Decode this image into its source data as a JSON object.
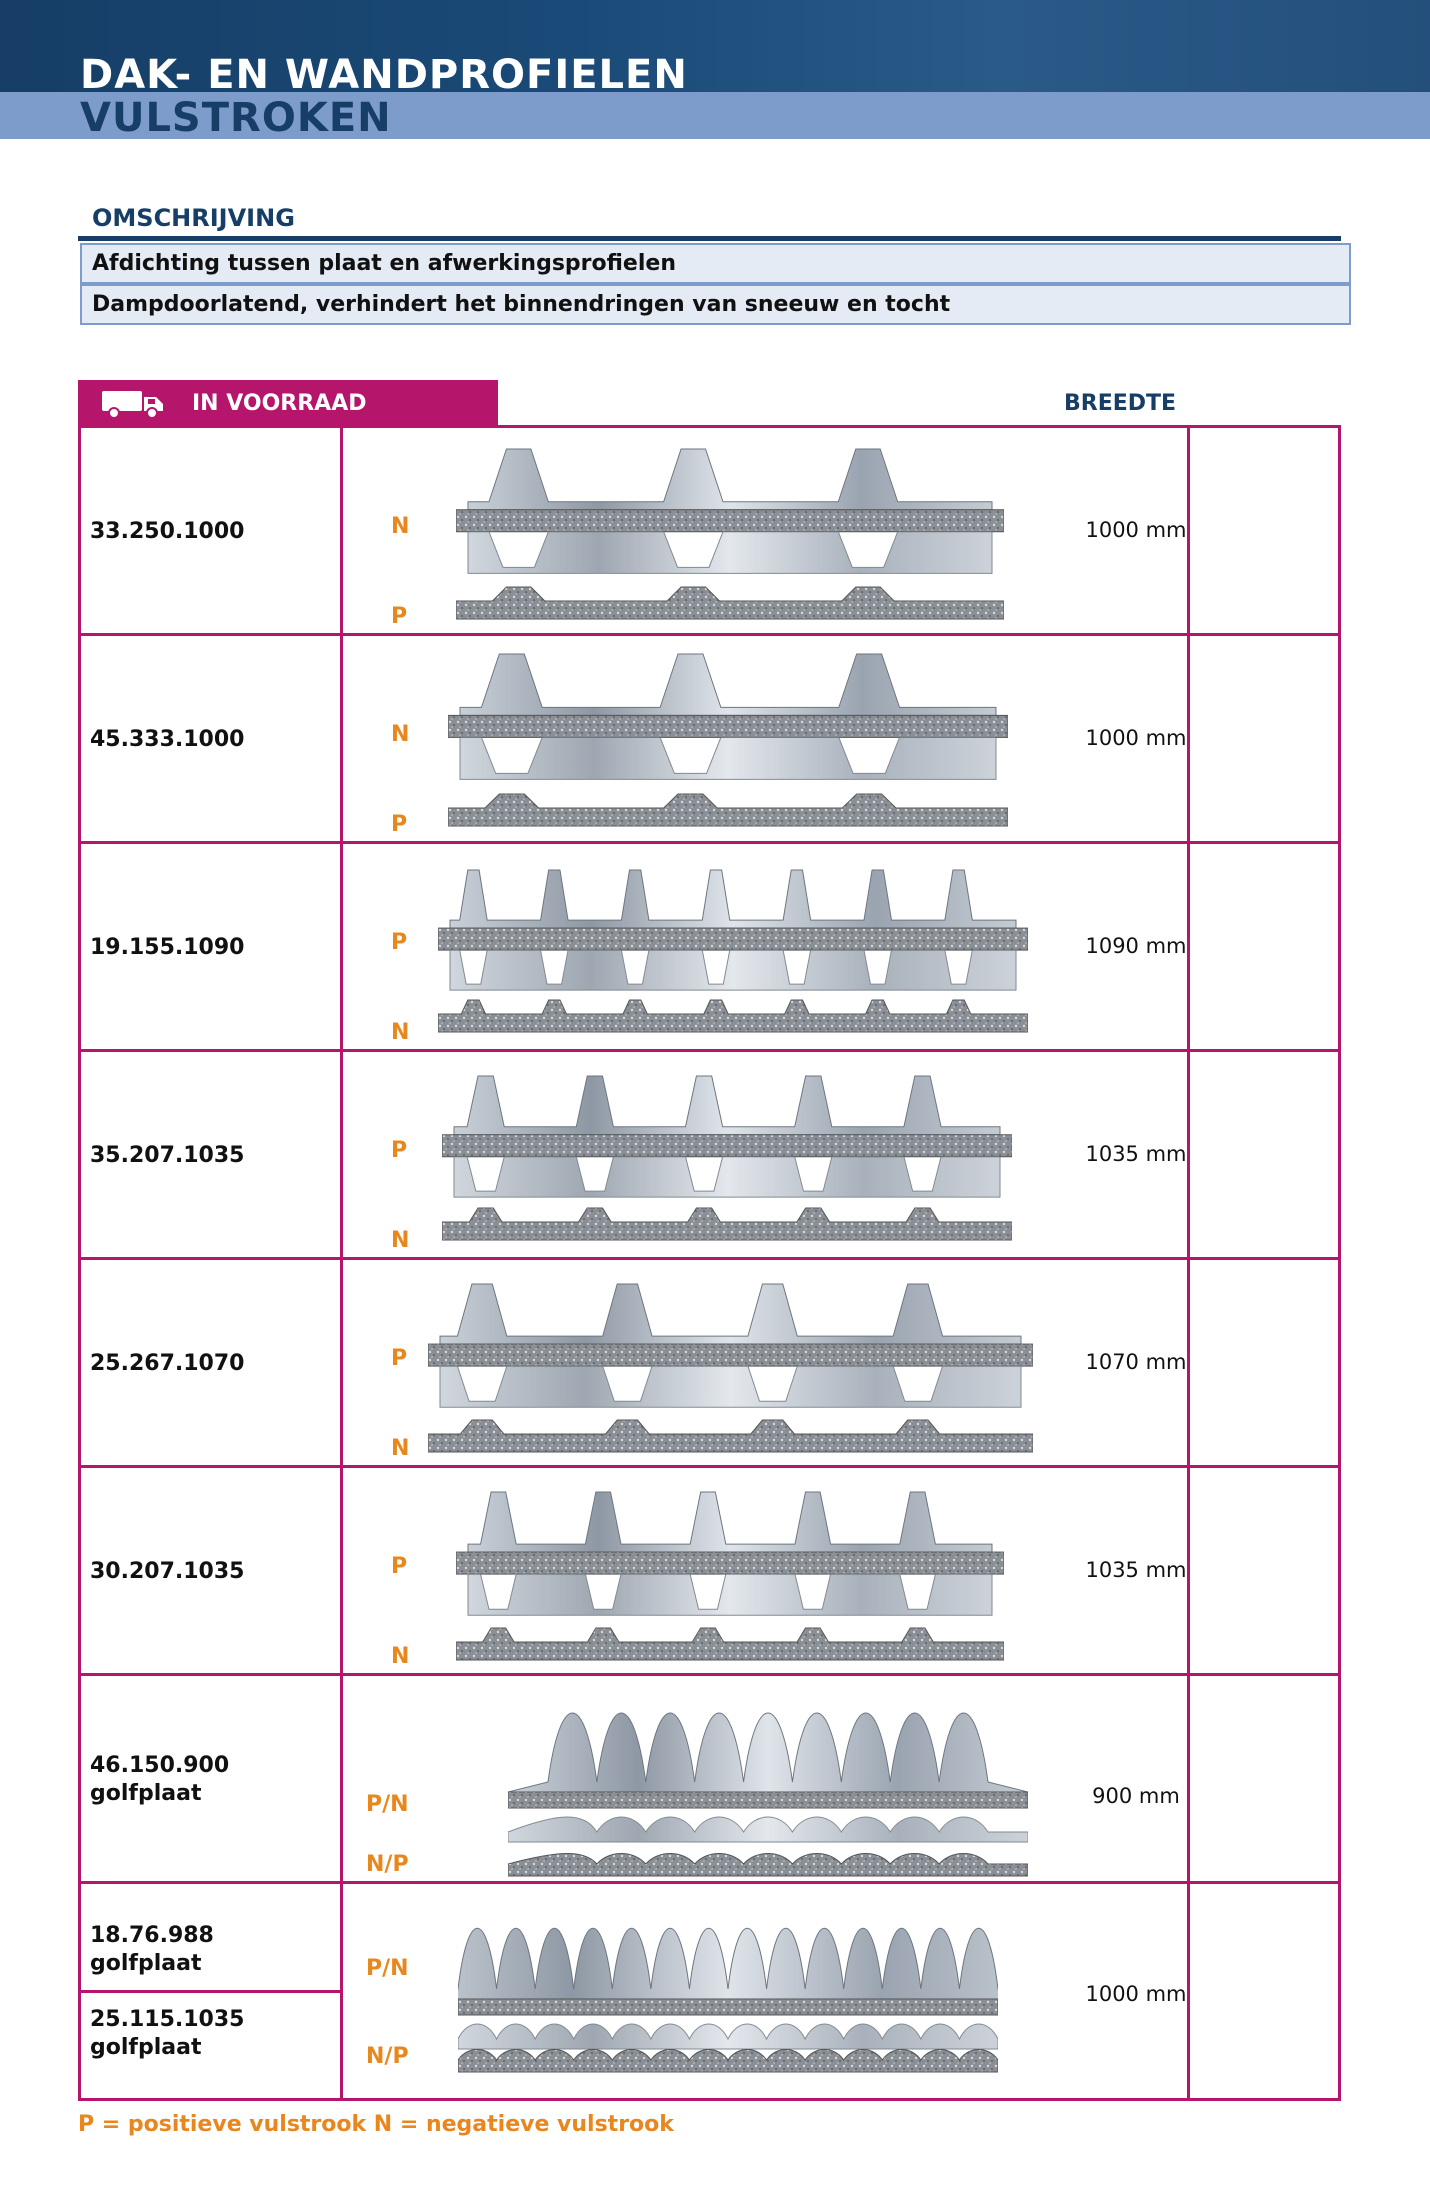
{
  "header": {
    "title_line1": "DAK- EN WANDPROFIELEN",
    "title_line2": "VULSTROKEN"
  },
  "description": {
    "heading": "OMSCHRIJVING",
    "lines": [
      "Afdichting tussen plaat en afwerkingsprofielen",
      "Dampdoorlatend, verhindert het binnendringen van sneeuw en tocht"
    ]
  },
  "table": {
    "tab_label": "IN VOORRAAD",
    "width_header": "BREEDTE",
    "rows": [
      {
        "code": "33.250.1000",
        "top": "N",
        "bottom": "P",
        "width": "1000 mm"
      },
      {
        "code": "45.333.1000",
        "top": "N",
        "bottom": "P",
        "width": "1000 mm"
      },
      {
        "code": "19.155.1090",
        "top": "P",
        "bottom": "N",
        "width": "1090 mm"
      },
      {
        "code": "35.207.1035",
        "top": "P",
        "bottom": "N",
        "width": "1035 mm"
      },
      {
        "code": "25.267.1070",
        "top": "P",
        "bottom": "N",
        "width": "1070 mm"
      },
      {
        "code": "30.207.1035",
        "top": "P",
        "bottom": "N",
        "width": "1035 mm"
      },
      {
        "code": "46.150.900",
        "sub": "golfplaat",
        "top": "P/N",
        "bottom": "N/P",
        "width": "900 mm"
      },
      {
        "code_a": "18.76.988",
        "sub_a": "golfplaat",
        "code_b": "25.115.1035",
        "sub_b": "golfplaat",
        "top": "P/N",
        "bottom": "N/P",
        "width": "1000 mm"
      }
    ]
  },
  "legend": "P = positieve vulstrook   N = negatieve vulstrook",
  "colors": {
    "navy": "#163e66",
    "band": "#7d9ccb",
    "magenta": "#b5156b",
    "orange": "#e8871e"
  },
  "icons": {
    "truck": "truck-icon"
  }
}
